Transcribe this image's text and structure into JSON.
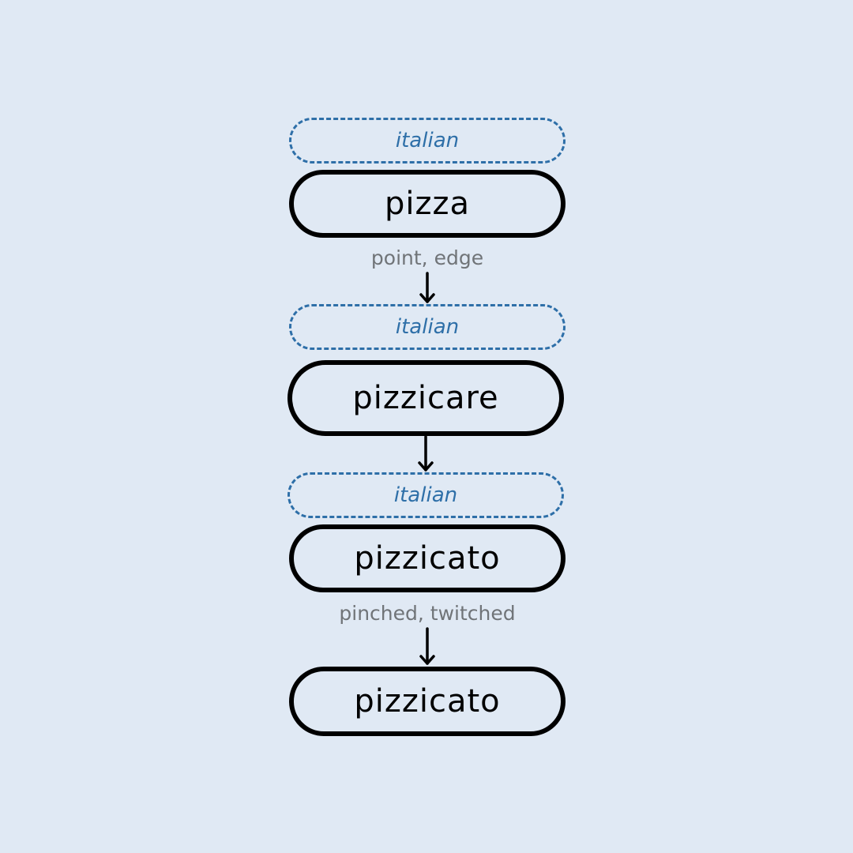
{
  "diagram": {
    "nodes": [
      {
        "language": "italian",
        "word": "pizza",
        "gloss": "point, edge"
      },
      {
        "language": "italian",
        "word": "pizzicare",
        "gloss": ""
      },
      {
        "language": "italian",
        "word": "pizzicato",
        "gloss": "pinched, twitched"
      },
      {
        "language": "",
        "word": "pizzicato",
        "gloss": ""
      }
    ],
    "colors": {
      "background": "#e0e9f4",
      "language_tag": "#2e6fa8",
      "word_border": "#000000",
      "gloss_text": "#707478"
    }
  }
}
